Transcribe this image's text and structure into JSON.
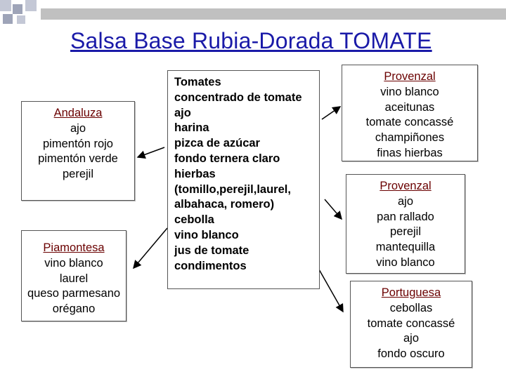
{
  "title": "Salsa Base Rubia-Dorada  TOMATE",
  "colors": {
    "title": "#1a1aa8",
    "header_bar": "#c0c0c0",
    "deco_squares": [
      "#9ea4b8",
      "#c4c8d6"
    ]
  },
  "base_ingredients": [
    "Tomates",
    "concentrado de tomate",
    "ajo",
    "harina",
    "pizca de azúcar",
    "fondo ternera claro",
    "hierbas",
    "(tomillo,perejil,laurel,",
    "albahaca, romero)",
    "cebolla",
    "vino blanco",
    "jus de tomate",
    "condimentos"
  ],
  "variants": {
    "andaluza": {
      "name": "Andaluza",
      "items": [
        "ajo",
        "pimentón rojo",
        "pimentón verde",
        "perejil"
      ]
    },
    "piamontesa": {
      "name": "Piamontesa",
      "items": [
        "vino blanco",
        "laurel",
        "queso parmesano",
        "orégano"
      ]
    },
    "provenzal_1": {
      "name": "Provenzal",
      "items": [
        "vino blanco",
        "aceitunas",
        "tomate concassé",
        "champiñones",
        "finas hierbas"
      ]
    },
    "provenzal_2": {
      "name": "Provenzal",
      "items": [
        "ajo",
        "pan rallado",
        "perejil",
        "mantequilla",
        "vino blanco"
      ]
    },
    "portuguesa": {
      "name": "Portuguesa",
      "items": [
        "cebollas",
        "tomate concassé",
        "ajo",
        "fondo oscuro"
      ]
    }
  }
}
